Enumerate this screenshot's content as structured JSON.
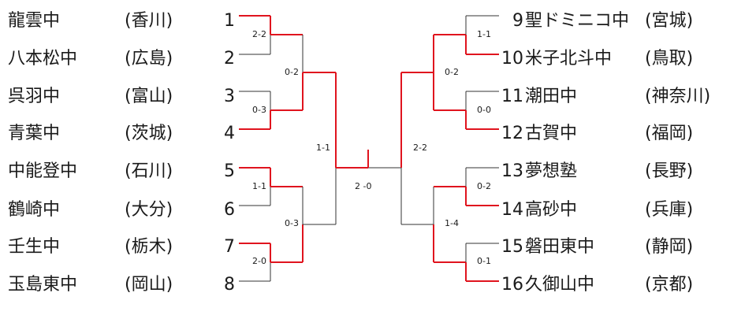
{
  "left_teams": [
    {
      "name": "龍雲中",
      "pref": "(香川)",
      "seed": "1"
    },
    {
      "name": "八本松中",
      "pref": "(広島)",
      "seed": "2"
    },
    {
      "name": "呉羽中",
      "pref": "(富山)",
      "seed": "3"
    },
    {
      "name": "青葉中",
      "pref": "(茨城)",
      "seed": "4"
    },
    {
      "name": "中能登中",
      "pref": "(石川)",
      "seed": "5"
    },
    {
      "name": "鶴崎中",
      "pref": "(大分)",
      "seed": "6"
    },
    {
      "name": "壬生中",
      "pref": "(栃木)",
      "seed": "7"
    },
    {
      "name": "玉島東中",
      "pref": "(岡山)",
      "seed": "8"
    }
  ],
  "right_teams": [
    {
      "name": "聖ドミニコ中",
      "pref": "(宮城)",
      "seed": "9"
    },
    {
      "name": "米子北斗中",
      "pref": "(鳥取)",
      "seed": "10"
    },
    {
      "name": "潮田中",
      "pref": "(神奈川)",
      "seed": "11"
    },
    {
      "name": "古賀中",
      "pref": "(福岡)",
      "seed": "12"
    },
    {
      "name": "夢想塾",
      "pref": "(長野)",
      "seed": "13"
    },
    {
      "name": "高砂中",
      "pref": "(兵庫)",
      "seed": "14"
    },
    {
      "name": "磐田東中",
      "pref": "(静岡)",
      "seed": "15"
    },
    {
      "name": "久御山中",
      "pref": "(京都)",
      "seed": "16"
    }
  ],
  "scores": {
    "l_r1": [
      "2-2",
      "0-3",
      "1-1",
      "2-0"
    ],
    "l_r2": [
      "0-2",
      "0-3"
    ],
    "l_sf": "1-1",
    "final": "2 -0",
    "r_sf": "2-2",
    "r_r2": [
      "0-2",
      "1-4"
    ],
    "r_r1": [
      "1-1",
      "0-0",
      "0-2",
      "0-1"
    ]
  },
  "colors": {
    "win": "#e0141e",
    "lose": "#333333",
    "text": "#1a1a1a"
  }
}
